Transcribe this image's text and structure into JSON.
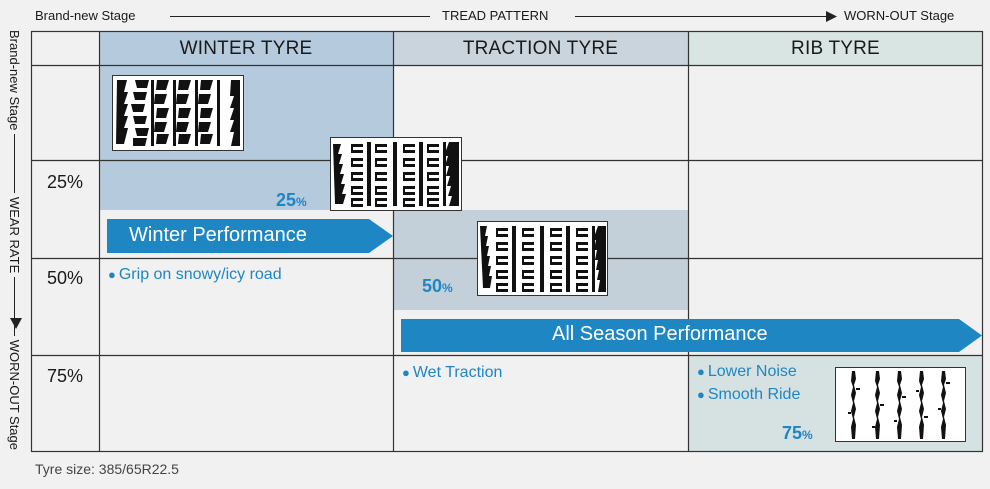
{
  "header": {
    "left_label": "Brand-new Stage",
    "center_label": "TREAD PATTERN",
    "right_label": "WORN-OUT Stage"
  },
  "side": {
    "top_label": "Brand-new Stage",
    "center_label": "WEAR RATE",
    "bottom_label": "WORN-OUT Stage"
  },
  "columns": [
    "WINTER TYRE",
    "TRACTION TYRE",
    "RIB TYRE"
  ],
  "rows": [
    "25%",
    "50%",
    "75%"
  ],
  "badges": {
    "winter": {
      "value": "25",
      "unit": "%"
    },
    "traction": {
      "value": "50",
      "unit": "%"
    },
    "rib": {
      "value": "75",
      "unit": "%"
    }
  },
  "arrows": {
    "winter": "Winter Performance",
    "all_season": "All Season Performance"
  },
  "features": {
    "winter": [
      "Grip on snowy/icy road"
    ],
    "traction": [
      "Wet Traction"
    ],
    "rib": [
      "Lower Noise",
      "Smooth Ride"
    ]
  },
  "colors": {
    "winter_fill": "#b6cadd",
    "traction_fill": "#c3d0da",
    "traction_header": "#c9d4dd",
    "rib_fill": "#d5e2e1",
    "accent": "#1f86c4",
    "grid_line": "#333333"
  },
  "footnote": "Tyre size: 385/65R22.5"
}
